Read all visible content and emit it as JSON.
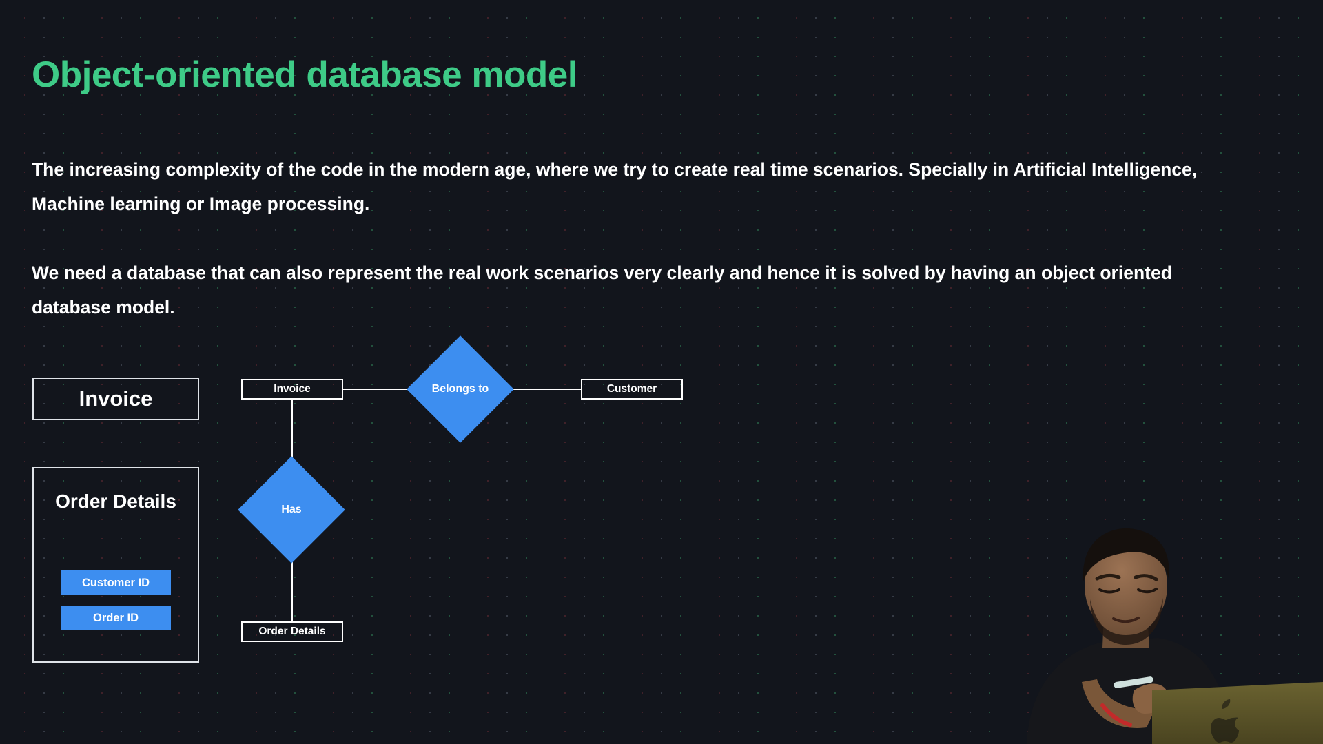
{
  "slide": {
    "title": "Object-oriented database model",
    "paragraphs": [
      "The increasing complexity of the code in the modern age, where we try to create real time scenarios. Specially in Artificial Intelligence, Machine learning or Image processing.",
      "We need a database that can also represent the real work scenarios very clearly and hence it is solved by having an object oriented database model."
    ]
  },
  "colors": {
    "background": "#12151c",
    "title_green": "#3ecb87",
    "accent_blue": "#3d8ef0",
    "text_white": "#ffffff",
    "outline": "#dfe3e8"
  },
  "object_panels": {
    "invoice": {
      "title": "Invoice"
    },
    "order_details": {
      "title": "Order Details",
      "attributes": [
        {
          "label": "Customer ID"
        },
        {
          "label": "Order ID"
        }
      ]
    }
  },
  "er_diagram": {
    "entities": [
      {
        "id": "invoice",
        "label": "Invoice"
      },
      {
        "id": "customer",
        "label": "Customer"
      },
      {
        "id": "order_details",
        "label": "Order Details"
      }
    ],
    "relationships": [
      {
        "id": "belongs_to",
        "label": "Belongs to"
      },
      {
        "id": "has",
        "label": "Has"
      }
    ],
    "connections": [
      {
        "from": "invoice",
        "to": "belongs_to"
      },
      {
        "from": "belongs_to",
        "to": "customer"
      },
      {
        "from": "invoice",
        "to": "has"
      },
      {
        "from": "has",
        "to": "order_details"
      }
    ]
  },
  "presenter": {
    "description": "presenter-webcam-overlay"
  }
}
